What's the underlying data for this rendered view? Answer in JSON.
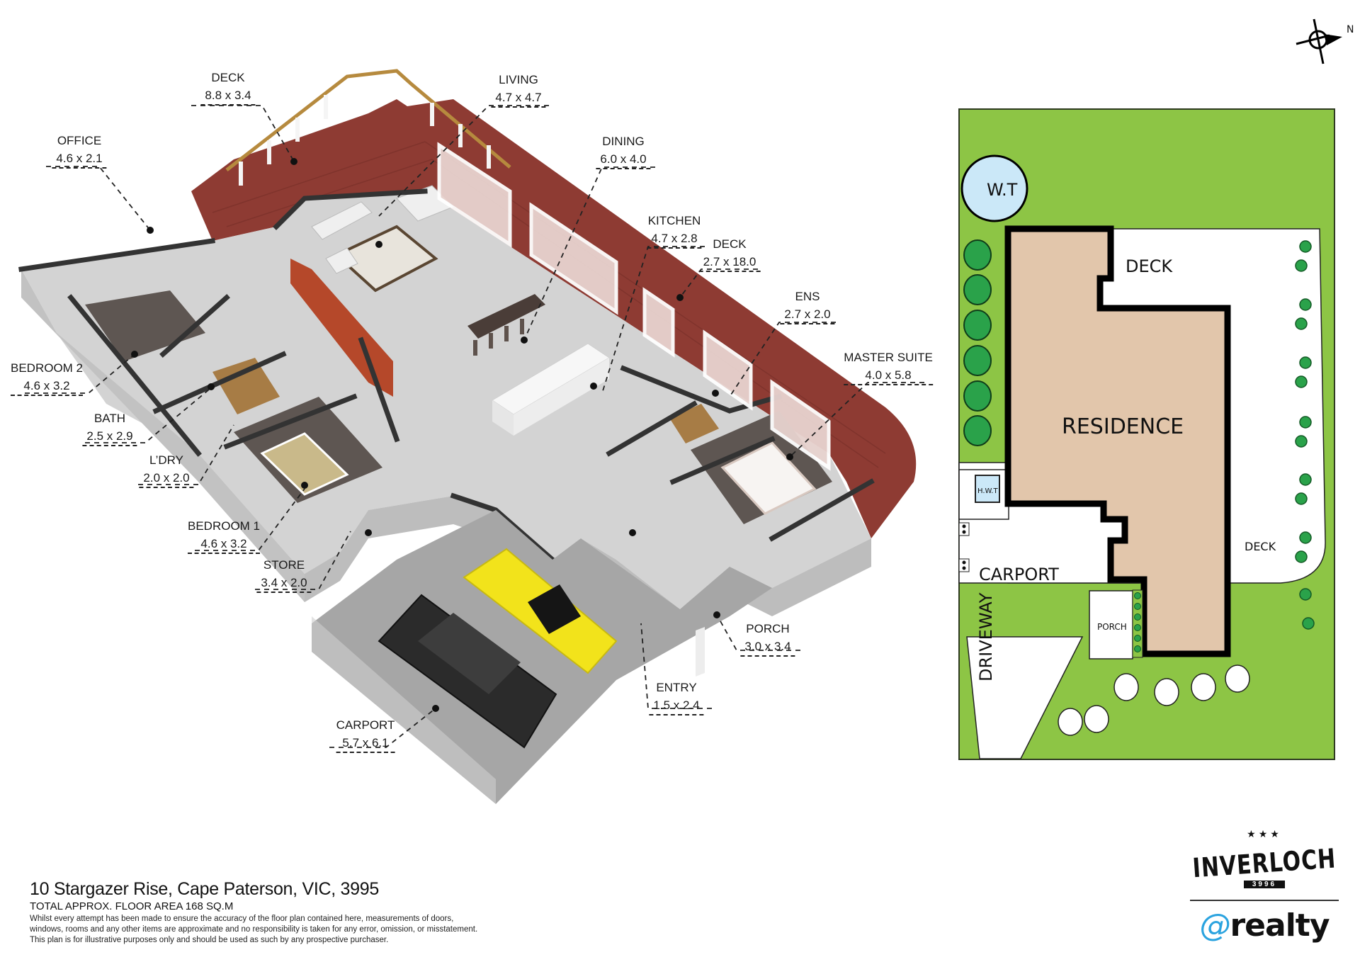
{
  "plan": {
    "rooms": [
      {
        "key": "deck_main",
        "name": "DECK",
        "dims": "8.8 x 3.4"
      },
      {
        "key": "office",
        "name": "OFFICE",
        "dims": "4.6 x 2.1"
      },
      {
        "key": "living",
        "name": "LIVING",
        "dims": "4.7 x 4.7"
      },
      {
        "key": "dining",
        "name": "DINING",
        "dims": "6.0 x 4.0"
      },
      {
        "key": "kitchen",
        "name": "KITCHEN",
        "dims": "4.7 x 2.8"
      },
      {
        "key": "deck_side",
        "name": "DECK",
        "dims": "2.7 x 18.0"
      },
      {
        "key": "ens",
        "name": "ENS",
        "dims": "2.7 x 2.0"
      },
      {
        "key": "master",
        "name": "MASTER SUITE",
        "dims": "4.0 x 5.8"
      },
      {
        "key": "bedroom2",
        "name": "BEDROOM 2",
        "dims": "4.6 x 3.2"
      },
      {
        "key": "bath",
        "name": "BATH",
        "dims": "2.5 x 2.9"
      },
      {
        "key": "laundry",
        "name": "L’DRY",
        "dims": "2.0 x 2.0"
      },
      {
        "key": "bedroom1",
        "name": "BEDROOM 1",
        "dims": "4.6 x 3.2"
      },
      {
        "key": "store",
        "name": "STORE",
        "dims": "3.4 x 2.0"
      },
      {
        "key": "carport",
        "name": "CARPORT",
        "dims": "5.7 x 6.1"
      },
      {
        "key": "entry",
        "name": "ENTRY",
        "dims": "1.5 x 2.4"
      },
      {
        "key": "porch",
        "name": "PORCH",
        "dims": "3.0 x 3.4"
      }
    ],
    "colors": {
      "deck": "#8e3b33",
      "floor": "#c9c9c9",
      "carport": "#a6a6a6",
      "walls": "#f2f2f2",
      "wall_top": "#333333",
      "rail": "#b68a3e",
      "timber": "#b5482a",
      "bed_floor": "#5e5652"
    }
  },
  "compass": {
    "label": "N"
  },
  "site_plan": {
    "labels": {
      "water_tank": "W.T",
      "deck_top": "DECK",
      "residence": "RESIDENCE",
      "hot_water": "H.W.T",
      "deck_side": "DECK",
      "carport": "CARPORT",
      "porch": "PORCH",
      "driveway": "DRIVEWAY"
    },
    "colors": {
      "lawn": "#8dc545",
      "residence": "#e2c6ab",
      "paving": "#ffffff",
      "tank": "#cbe8f8",
      "tree": "#2aa24a",
      "outline": "#000000"
    }
  },
  "footer": {
    "address": "10 Stargazer Rise, Cape Paterson, VIC, 3995",
    "floor_area": "TOTAL APPROX. FLOOR AREA 168 SQ.M",
    "disclaimer_1": "Whilst every attempt has been made to ensure the accuracy of the floor plan contained here, measurements of doors,",
    "disclaimer_2": "windows, rooms and any other items are approximate and no responsibility is taken for any error, omission, or misstatement.",
    "disclaimer_3": "This plan is for illustrative purposes only and should be used as such by any prospective purchaser."
  },
  "branding": {
    "stars": "★★★",
    "town": "INVERLOCH",
    "postcode": "3996",
    "at": "@",
    "agency": "realty"
  }
}
